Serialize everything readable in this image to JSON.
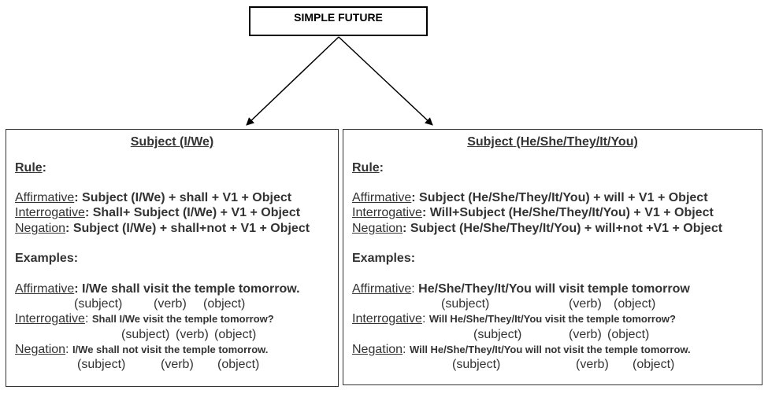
{
  "title": "SIMPLE FUTURE",
  "left": {
    "heading": "Subject (I/We)",
    "rule_label": "Rule",
    "rule_colon": ":",
    "affirmative_label": "Affirmative",
    "affirmative_rule": ": Subject (I/We) + shall + V1 + Object",
    "interrogative_label": "Interrogative",
    "interrogative_rule": ": Shall+ Subject (I/We) + V1 + Object",
    "negation_label": "Negation",
    "negation_rule": ": Subject (I/We) + shall+not + V1 + Object",
    "examples_label": "Examples:",
    "ex_affirmative_label": "Affirmative",
    "ex_affirmative_text": ": I/We shall visit the temple tomorrow.",
    "ex_interrogative_label": "Interrogative",
    "ex_interrogative_colon": ": ",
    "ex_interrogative_text": "Shall I/We visit the temple tomorrow?",
    "ex_negation_label": "Negation",
    "ex_negation_colon": ": ",
    "ex_negation_text": "I/We shall not visit the temple tomorrow.",
    "gloss_subject": "(subject)",
    "gloss_verb": "(verb)",
    "gloss_object": "(object)"
  },
  "right": {
    "heading": "Subject (He/She/They/It/You)",
    "rule_label": "Rule",
    "rule_colon": ":",
    "affirmative_label": "Affirmative",
    "affirmative_rule": ": Subject (He/She/They/It/You) + will + V1 + Object",
    "interrogative_label": "Interrogative",
    "interrogative_rule": ": Will+Subject (He/She/They/It/You) + V1 + Object",
    "negation_label": "Negation",
    "negation_rule": ": Subject (He/She/They/It/You) + will+not +V1 + Object",
    "examples_label": "Examples:",
    "ex_affirmative_label": "Affirmative",
    "ex_affirmative_colon": ": ",
    "ex_affirmative_text": "He/She/They/It/You will visit temple tomorrow",
    "ex_interrogative_label": "Interrogative",
    "ex_interrogative_colon": ": ",
    "ex_interrogative_text": "Will He/She/They/It/You visit the temple tomorrow?",
    "ex_negation_label": "Negation",
    "ex_negation_colon": ": ",
    "ex_negation_text": "Will He/She/They/It/You will not visit the temple tomorrow.",
    "gloss_subject": "(subject)",
    "gloss_verb": "(verb)",
    "gloss_object": "(object)"
  }
}
